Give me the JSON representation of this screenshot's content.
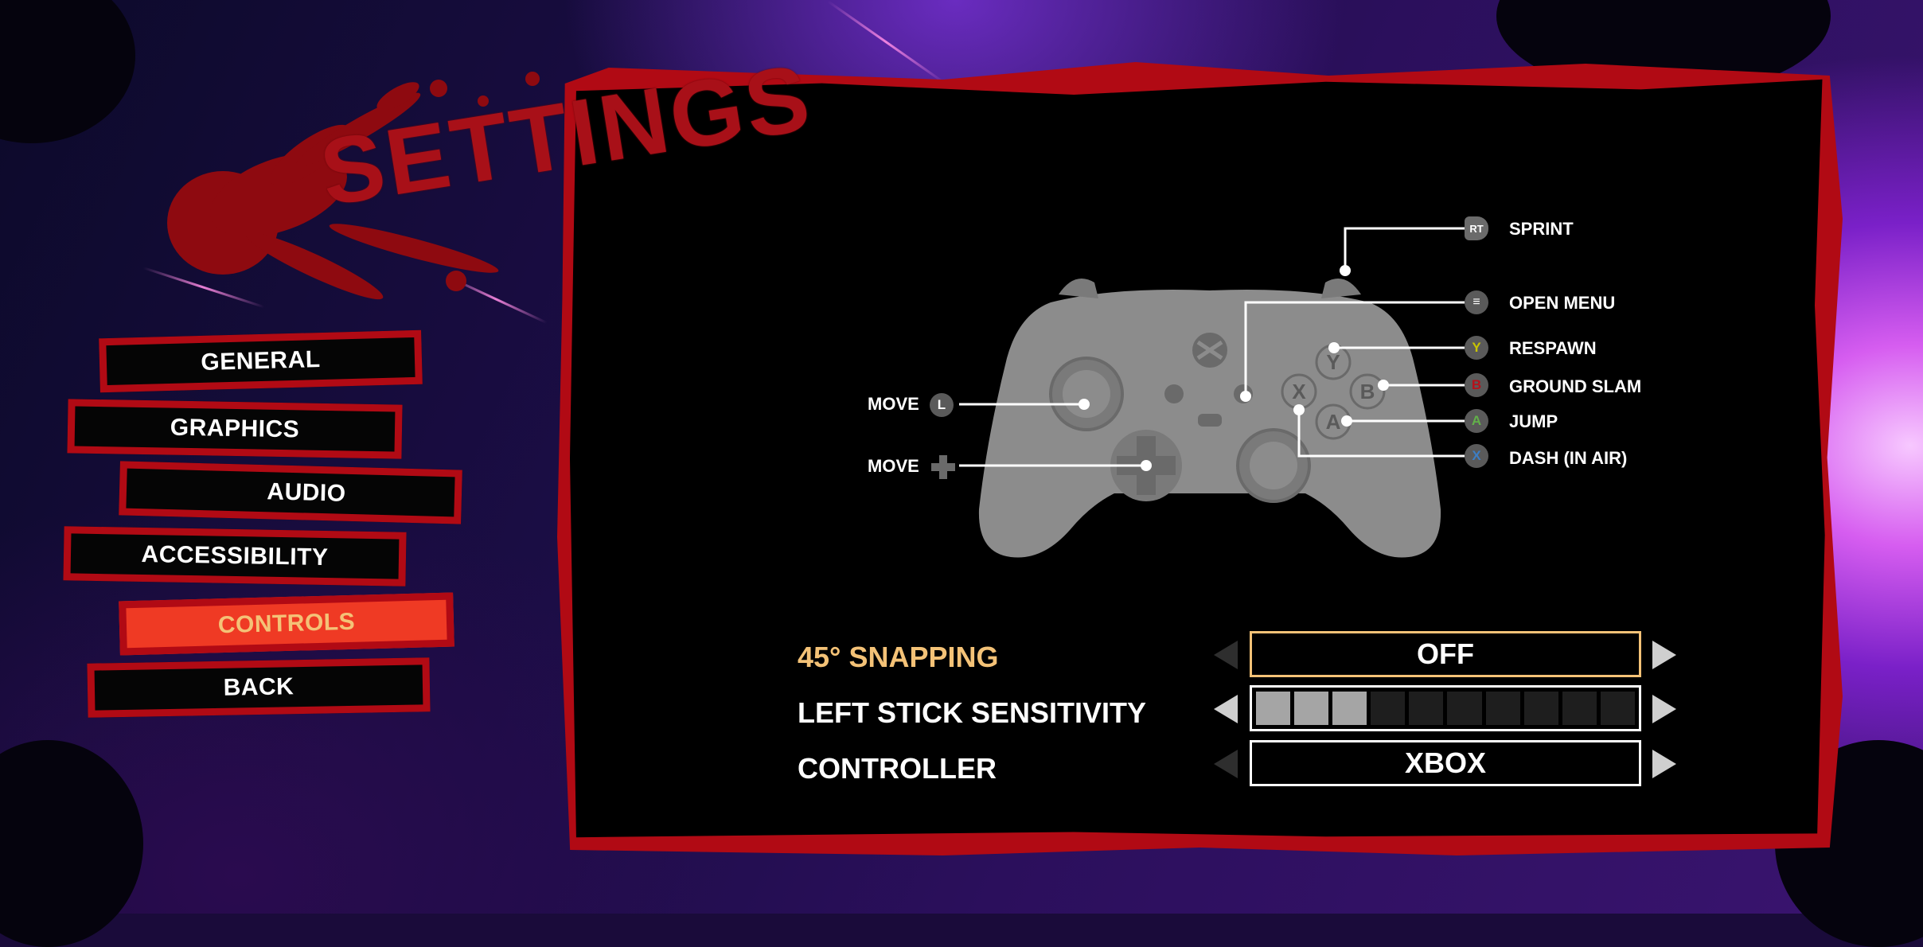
{
  "title": "SETTINGS",
  "nav": {
    "items": [
      {
        "label": "GENERAL",
        "active": false
      },
      {
        "label": "GRAPHICS",
        "active": false
      },
      {
        "label": "AUDIO",
        "active": false
      },
      {
        "label": "ACCESSIBILITY",
        "active": false
      },
      {
        "label": "CONTROLS",
        "active": true
      },
      {
        "label": "BACK",
        "active": false
      }
    ]
  },
  "controller": {
    "left_labels": {
      "stick_label": "MOVE",
      "stick_icon": "L",
      "dpad_label": "MOVE"
    },
    "bindings": [
      {
        "icon_text": "RT",
        "label": "SPRINT",
        "icon_color": "#6b6b6b"
      },
      {
        "icon_text": "≡",
        "label": "OPEN MENU",
        "icon_color": "#5a5a5a"
      },
      {
        "icon_text": "Y",
        "label": "RESPAWN",
        "icon_color": "#c8c400"
      },
      {
        "icon_text": "B",
        "label": "GROUND SLAM",
        "icon_color": "#b5121b"
      },
      {
        "icon_text": "A",
        "label": "JUMP",
        "icon_color": "#62b04a"
      },
      {
        "icon_text": "X",
        "label": "DASH (IN AIR)",
        "icon_color": "#3d7ec4"
      }
    ],
    "face_buttons": {
      "y": "Y",
      "b": "B",
      "a": "A",
      "x": "X"
    }
  },
  "settings": {
    "snapping": {
      "label": "45° SNAPPING",
      "value": "OFF"
    },
    "sensitivity": {
      "label": "LEFT STICK SENSITIVITY",
      "level": 3,
      "max": 10
    },
    "controller": {
      "label": "CONTROLLER",
      "value": "XBOX"
    }
  },
  "colors": {
    "accent_red": "#b10a14",
    "active_nav": "#ef3a24",
    "highlight_gold": "#f4c277"
  }
}
